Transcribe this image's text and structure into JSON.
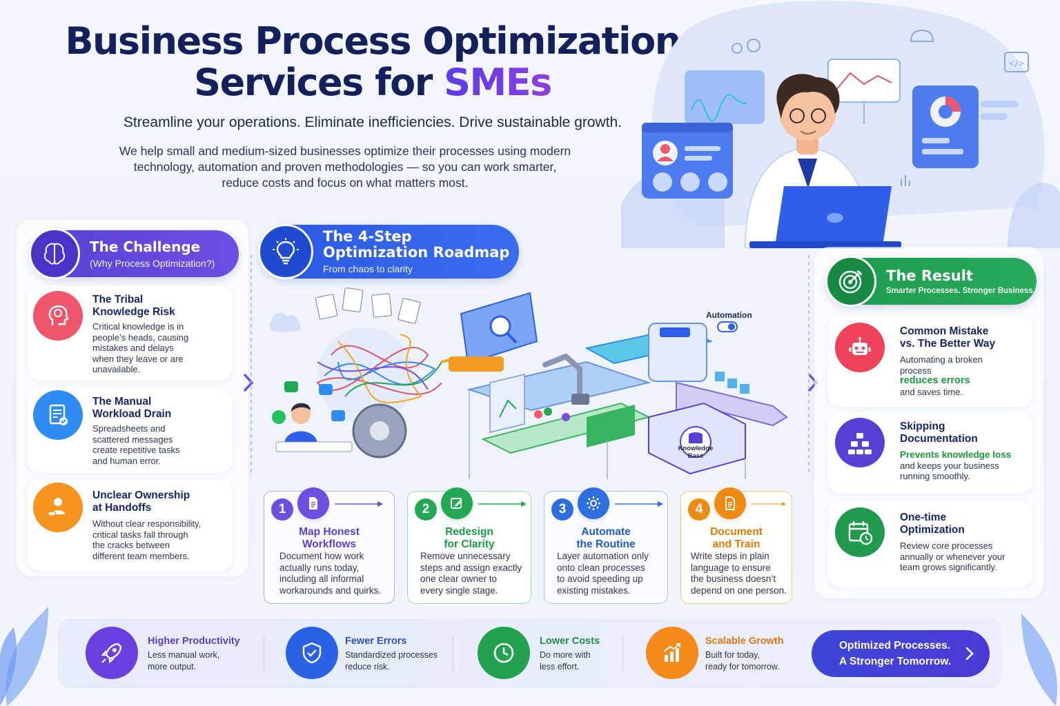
{
  "header": {
    "title_line1": "Business Process Optimization",
    "title_line2_prefix": "Services for ",
    "title_line2_accent": "SMEs",
    "subtitle": "Streamline your operations. Eliminate inefficiencies. Drive sustainable growth.",
    "intro_line1": "We help small and medium-sized businesses optimize their processes using modern",
    "intro_line2": "technology, automation and proven methodologies — so you can work smarter,",
    "intro_line3": "reduce costs and focus on what matters most."
  },
  "challenge": {
    "title": "The Challenge",
    "subtitle": "(Why Process Optimization?)",
    "items": [
      {
        "heading1": "The Tribal",
        "heading2": "Knowledge Risk",
        "body": [
          "Critical knowledge is in",
          "people’s heads, causing",
          "mistakes and delays",
          "when they leave or are",
          "unavailable."
        ],
        "icon": "brain-head-icon",
        "color": "#f0566b"
      },
      {
        "heading1": "The Manual",
        "heading2": "Workload Drain",
        "body": [
          "Spreadsheets and",
          "scattered messages",
          "create repetitive tasks",
          "and human error."
        ],
        "icon": "document-check-icon",
        "color": "#2f8cf2"
      },
      {
        "heading1": "Unclear Ownership",
        "heading2": "at Handoffs",
        "body": [
          "Without clear responsibility,",
          "critical tasks fall through",
          "the cracks between",
          "different team members."
        ],
        "icon": "person-handoff-icon",
        "color": "#f7941d"
      }
    ]
  },
  "roadmap": {
    "title_line1": "The 4-Step",
    "title_line2": "Optimization Roadmap",
    "subtitle": "From chaos to clarity",
    "automation_label": "Automation",
    "kb_line1": "Knowledge",
    "kb_line2": "Base",
    "steps": [
      {
        "num": "1",
        "h1": "Map Honest",
        "h2": "Workflows",
        "body": [
          "Document how work",
          "actually runs today,",
          "including all informal",
          "workarounds and quirks."
        ],
        "icon": "document-icon",
        "color": "#6a4fe0"
      },
      {
        "num": "2",
        "h1": "Redesign",
        "h2": "for Clarity",
        "body": [
          "Remove unnecessary",
          "steps and assign exactly",
          "one clear owner to",
          "every single stage."
        ],
        "icon": "edit-icon",
        "color": "#23a855"
      },
      {
        "num": "3",
        "h1": "Automate",
        "h2": "the Routine",
        "body": [
          "Layer automation only",
          "onto clean processes",
          "to avoid speeding up",
          "existing mistakes."
        ],
        "icon": "gear-icon",
        "color": "#2b6fe0"
      },
      {
        "num": "4",
        "h1": "Document",
        "h2": "and Train",
        "body": [
          "Write steps in plain",
          "language to ensure",
          "the business doesn’t",
          "depend on one person."
        ],
        "icon": "file-text-icon",
        "color": "#f08a12"
      }
    ]
  },
  "result": {
    "title": "The Result",
    "subtitle": "Smarter Processes. Stronger Business.",
    "items": [
      {
        "heading1": "Common Mistake",
        "heading2": "vs. The Better Way",
        "body_pre": [
          "Automating a broken",
          "process"
        ],
        "highlight": "reduces errors",
        "body_post": [
          "and saves time."
        ],
        "icon": "robot-icon",
        "color": "#ee4358"
      },
      {
        "heading1": "Skipping",
        "heading2": "Documentation",
        "body_pre": [],
        "highlight": "Prevents knowledge loss",
        "body_post": [
          "and keeps your business",
          "running smoothly."
        ],
        "icon": "org-chart-icon",
        "color": "#5a3fd6"
      },
      {
        "heading1": "One-time",
        "heading2": "Optimization",
        "body_pre": [
          "Review core processes",
          "annually or whenever your",
          "team grows significantly."
        ],
        "highlight": "",
        "body_post": [],
        "icon": "calendar-clock-icon",
        "color": "#1f9a4e"
      }
    ]
  },
  "benefits": [
    {
      "title": "Higher Productivity",
      "body": [
        "Less manual work,",
        "more output."
      ],
      "icon": "rocket-icon",
      "color": "#6a3fe0",
      "text_color": "#5b3fc9"
    },
    {
      "title": "Fewer Errors",
      "body": [
        "Standardized processes",
        "reduce risk."
      ],
      "icon": "shield-check-icon",
      "color": "#2a62e6",
      "text_color": "#2a4fc9"
    },
    {
      "title": "Lower Costs",
      "body": [
        "Do more with",
        "less effort."
      ],
      "icon": "clock-icon",
      "color": "#22a24e",
      "text_color": "#1f8c45"
    },
    {
      "title": "Scalable Growth",
      "body": [
        "Built for today,",
        "ready for tomorrow."
      ],
      "icon": "bar-chart-growth-icon",
      "color": "#f5891a",
      "text_color": "#e07a10"
    }
  ],
  "cta": {
    "line1": "Optimized Processes.",
    "line2": "A Stronger Tomorrow."
  }
}
